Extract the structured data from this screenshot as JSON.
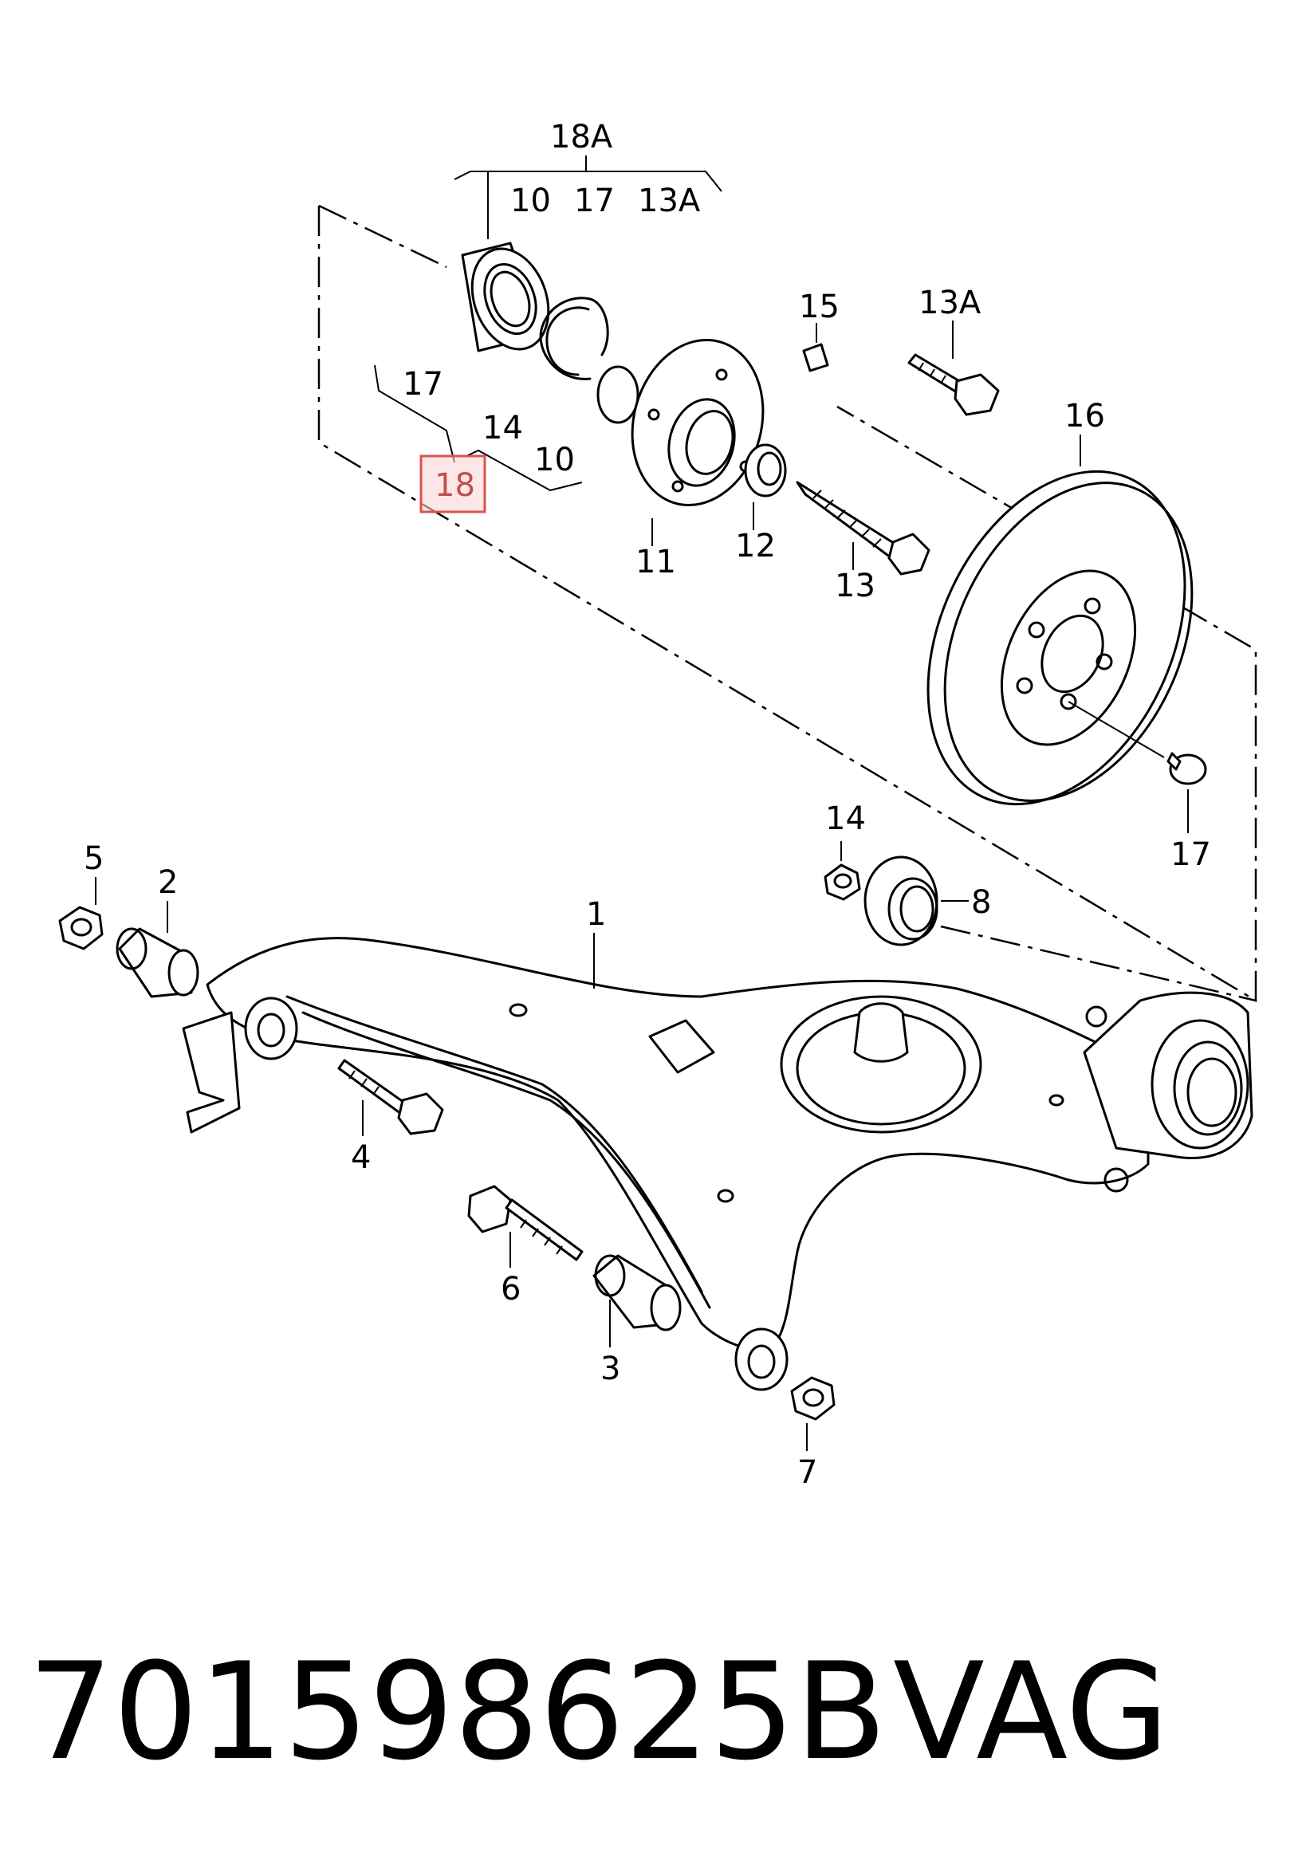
{
  "labels": {
    "l18A_top": "18A",
    "l10_top": "10",
    "l17_top": "17",
    "l13A_top": "13A",
    "l17_left": "17",
    "l14_left": "14",
    "l10_left": "10",
    "l18": "18",
    "l15": "15",
    "l13A_right": "13A",
    "l16": "16",
    "l11": "11",
    "l12": "12",
    "l13": "13",
    "l14_mid": "14",
    "l8": "8",
    "l17_bottom": "17",
    "l5": "5",
    "l2": "2",
    "l1": "1",
    "l4": "4",
    "l6": "6",
    "l3": "3",
    "l7": "7"
  },
  "highlight": {
    "label": "18",
    "color": "#d9534f"
  },
  "footer": {
    "part_number": "701598625B",
    "brand": "VAG"
  }
}
